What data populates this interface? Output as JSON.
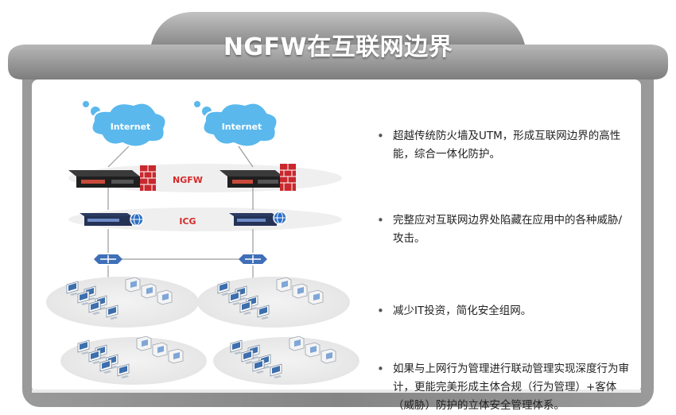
{
  "title": "NGFW在互联网边界",
  "diagram": {
    "cloud_label": "Internet",
    "ngfw_label": "NGFW",
    "icg_label": "ICG"
  },
  "bullets": [
    "超越传统防火墙及UTM，形成互联网边界的高性能，综合一体化防护。",
    "完整应对互联网边界处陷藏在应用中的各种威胁/攻击。",
    "减少IT投资，简化安全组网。",
    "如果与上网行为管理进行联动管理实现深度行为审计，更能完美形成主体合规（行为管理）+客体（威胁）防护的立体安全管理体系。"
  ],
  "colors": {
    "frame_gray": "#8f8f8f",
    "frame_dark": "#6e6e6e",
    "cloud_blue": "#5ab8ec",
    "accent_red": "#d42a2a"
  },
  "icons": {
    "cloud": "cloud-icon",
    "firewall": "brick-wall-icon",
    "gateway": "globe-badge-icon",
    "switch": "network-switch-icon",
    "workstation": "computer-monitor-icon"
  }
}
